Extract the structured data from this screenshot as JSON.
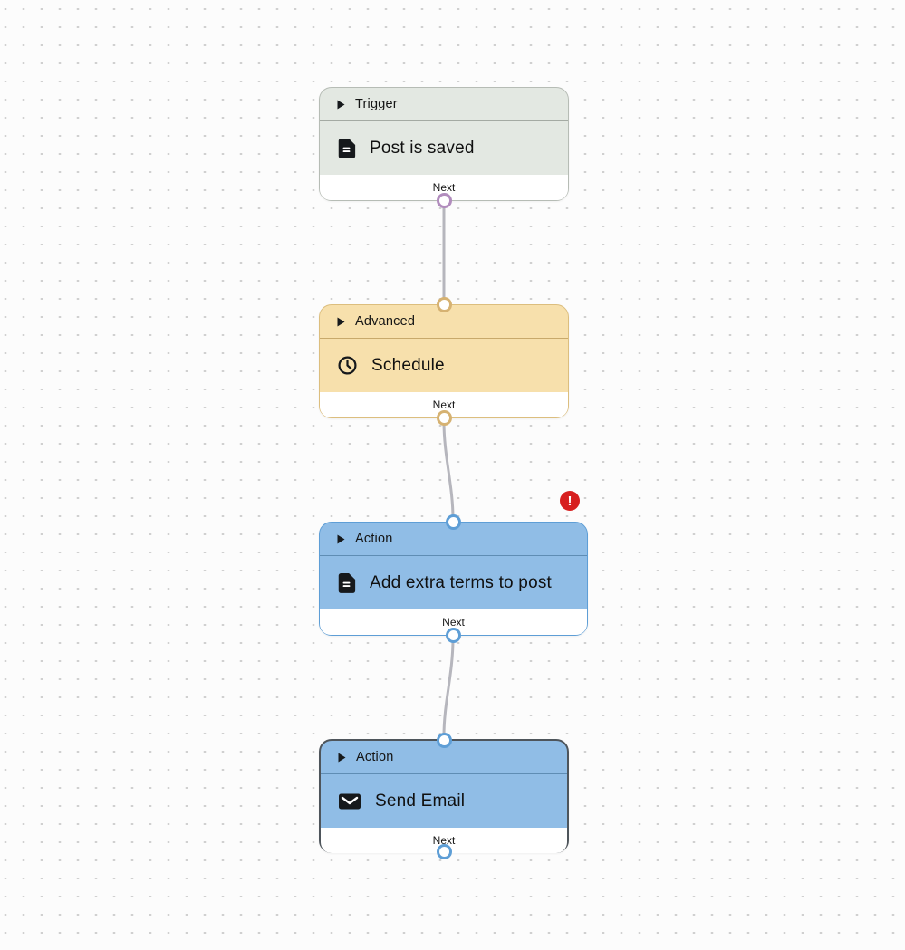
{
  "canvas": {
    "background_color": "#fcfcfc",
    "dot_color": "#d0d0d0",
    "connector_color": "#b6b6bd"
  },
  "nodes": [
    {
      "id": "trigger-post-is-saved",
      "category": "Trigger",
      "title": "Post is saved",
      "icon": "document-icon",
      "footer_label": "Next",
      "ports": [
        "output-bottom"
      ],
      "output_port_color": "#b18cbd",
      "colors": {
        "bg": "#e3e8e2",
        "border": "#b6bcb5",
        "divider": "#a4aaa3"
      },
      "selected": false,
      "has_error": false
    },
    {
      "id": "advanced-schedule",
      "category": "Advanced",
      "title": "Schedule",
      "icon": "clock-icon",
      "footer_label": "Next",
      "ports": [
        "input-top",
        "output-bottom"
      ],
      "output_port_color": "#d6b272",
      "colors": {
        "bg": "#f7e0ac",
        "border": "#dcbe7e",
        "divider": "#c8a96b"
      },
      "selected": false,
      "has_error": false
    },
    {
      "id": "action-add-extra-terms",
      "category": "Action",
      "title": "Add extra terms to post",
      "icon": "document-icon",
      "footer_label": "Next",
      "ports": [
        "input-top",
        "output-bottom"
      ],
      "output_port_color": "#5e9ed6",
      "colors": {
        "bg": "#90bde6",
        "border": "#5e9ed6",
        "divider": "#5f8db4"
      },
      "selected": false,
      "has_error": true,
      "error_badge": {
        "glyph": "!",
        "color": "#d71f1f"
      }
    },
    {
      "id": "action-send-email",
      "category": "Action",
      "title": "Send Email",
      "icon": "mail-icon",
      "footer_label": "Next",
      "ports": [
        "input-top",
        "output-bottom"
      ],
      "output_port_color": "#5e9ed6",
      "colors": {
        "bg": "#90bde6",
        "border": "#4e555b",
        "divider": "#5f8db4"
      },
      "selected": true,
      "has_error": false
    }
  ]
}
